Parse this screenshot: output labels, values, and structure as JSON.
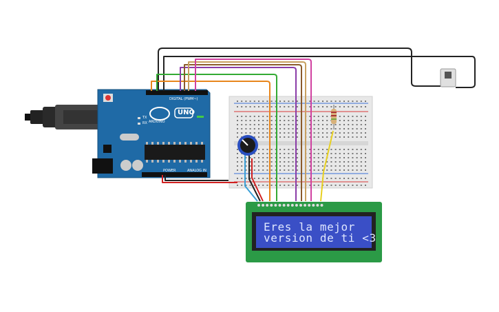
{
  "arduino": {
    "brand": "ARDUINO",
    "model": "UNO",
    "digital_header_label": "DIGITAL (PWM~)",
    "power_label": "POWER",
    "analog_label": "ANALOG IN",
    "tx_label": "TX",
    "rx_label": "RX"
  },
  "lcd": {
    "line1": "Eres la mejor",
    "line2": "version de ti <3",
    "backlight_color": "#3a4fc6",
    "bezel_color": "#2b9a46"
  },
  "colors": {
    "board": "#1f6aa6",
    "breadboard": "#e8e8e8",
    "wire_black": "#222222",
    "wire_orange": "#e8861c",
    "wire_green": "#33aa33",
    "wire_purple": "#8a3ca8",
    "wire_brown": "#8a5a2b",
    "wire_tan": "#c8a060",
    "wire_magenta": "#d040a0",
    "wire_red": "#d02020",
    "wire_blue": "#3aa0d8",
    "wire_yellow": "#e8d020"
  },
  "icons": [
    "usb-plug-icon",
    "potentiometer-icon",
    "pushbutton-icon",
    "resistor-icon",
    "reset-button-icon"
  ]
}
